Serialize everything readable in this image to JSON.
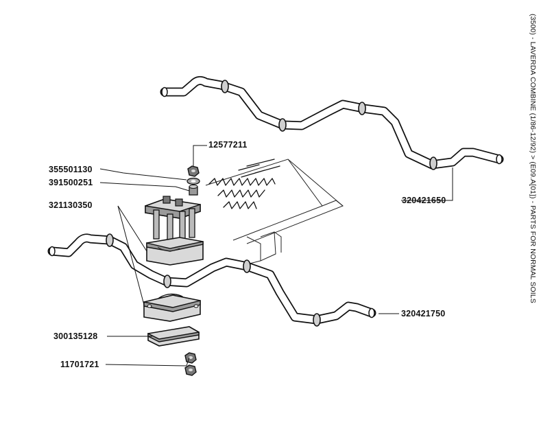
{
  "page": {
    "side_title": "(3500) - LAVERDA COMBINE (1/86-12/92) > (E09.A[01]) - PARTS FOR NORMAL SOILS"
  },
  "parts": {
    "nut_top": "12577211",
    "washer": "355501130",
    "spacer": "391500251",
    "clamp_block": "321130350",
    "rod_upper": "320421650",
    "rod_lower": "320421750",
    "bottom_plate": "300135128",
    "nut_bottom": "11701721"
  }
}
